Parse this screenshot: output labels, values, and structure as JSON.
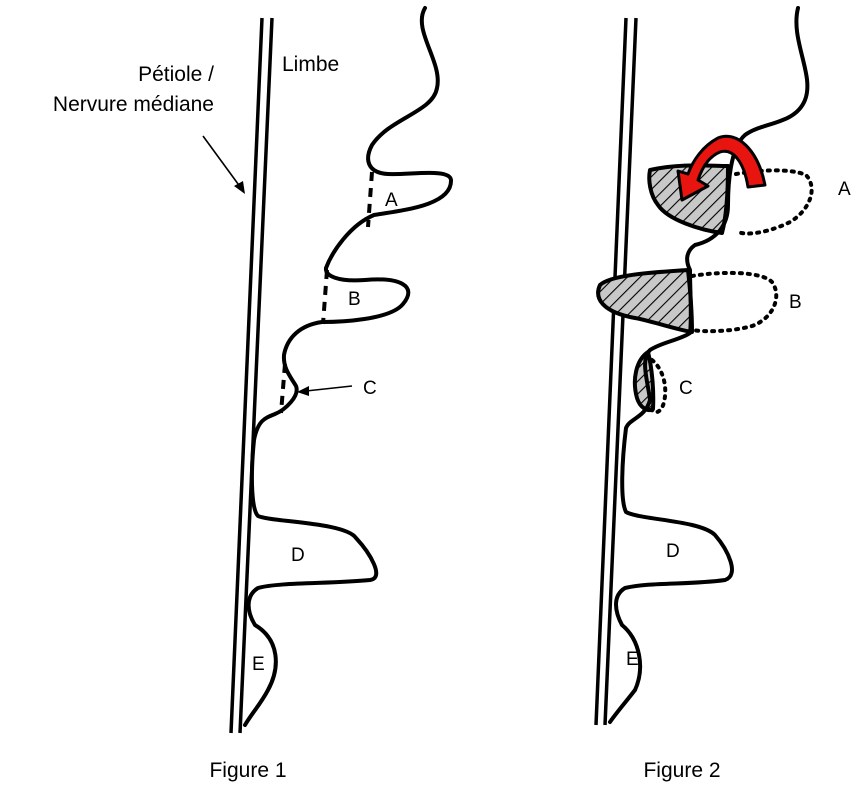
{
  "figure1": {
    "petiole_label_line1": "Pétiole /",
    "petiole_label_line2": "Nervure médiane",
    "limbe_label": "Limbe",
    "caption": "Figure 1",
    "lobes": [
      "A",
      "B",
      "C",
      "D",
      "E"
    ]
  },
  "figure2": {
    "caption": "Figure 2",
    "lobes": [
      "A",
      "B",
      "C",
      "D",
      "E"
    ]
  },
  "colors": {
    "arrow": "#e8140f",
    "hatch_fill": "#c8c8c8",
    "ink": "#000000"
  }
}
